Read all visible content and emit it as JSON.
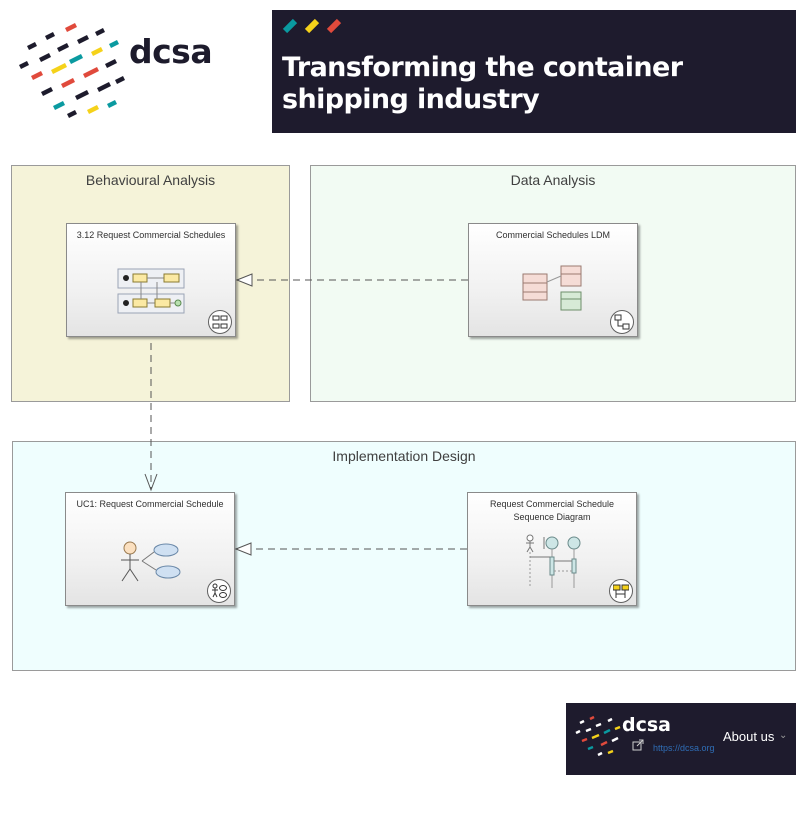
{
  "header": {
    "logo_text": "dcsa",
    "tagline": "Transforming the container shipping industry",
    "accent_colors": [
      "#0a9aa0",
      "#f5d21a",
      "#e04a3c"
    ],
    "banner_color": "#1e1b2d"
  },
  "packages": {
    "behavioural": {
      "title": "Behavioural Analysis",
      "color": "#f5f3d9"
    },
    "data": {
      "title": "Data Analysis",
      "color": "#f2fbf3"
    },
    "implementation": {
      "title": "Implementation Design",
      "color": "#effefe"
    }
  },
  "nodes": {
    "request_schedules": {
      "title": "3.12 Request Commercial Schedules",
      "icon": "activity-diagram-icon"
    },
    "ldm": {
      "title": "Commercial Schedules LDM",
      "icon": "class-diagram-icon"
    },
    "uc1": {
      "title": "UC1: Request Commercial Schedule",
      "icon": "use-case-diagram-icon"
    },
    "sequence": {
      "title": "Request Commercial Schedule Sequence Diagram",
      "icon": "sequence-diagram-icon"
    }
  },
  "connectors": [
    {
      "from": "ldm",
      "to": "request_schedules",
      "style": "dashed-open-triangle"
    },
    {
      "from": "request_schedules",
      "to": "uc1",
      "style": "dashed-open-arrow"
    },
    {
      "from": "sequence",
      "to": "uc1",
      "style": "dashed-open-triangle"
    }
  ],
  "footer": {
    "logo_text": "dcsa",
    "about_label": "About us",
    "url": "https://dcsa.org"
  }
}
